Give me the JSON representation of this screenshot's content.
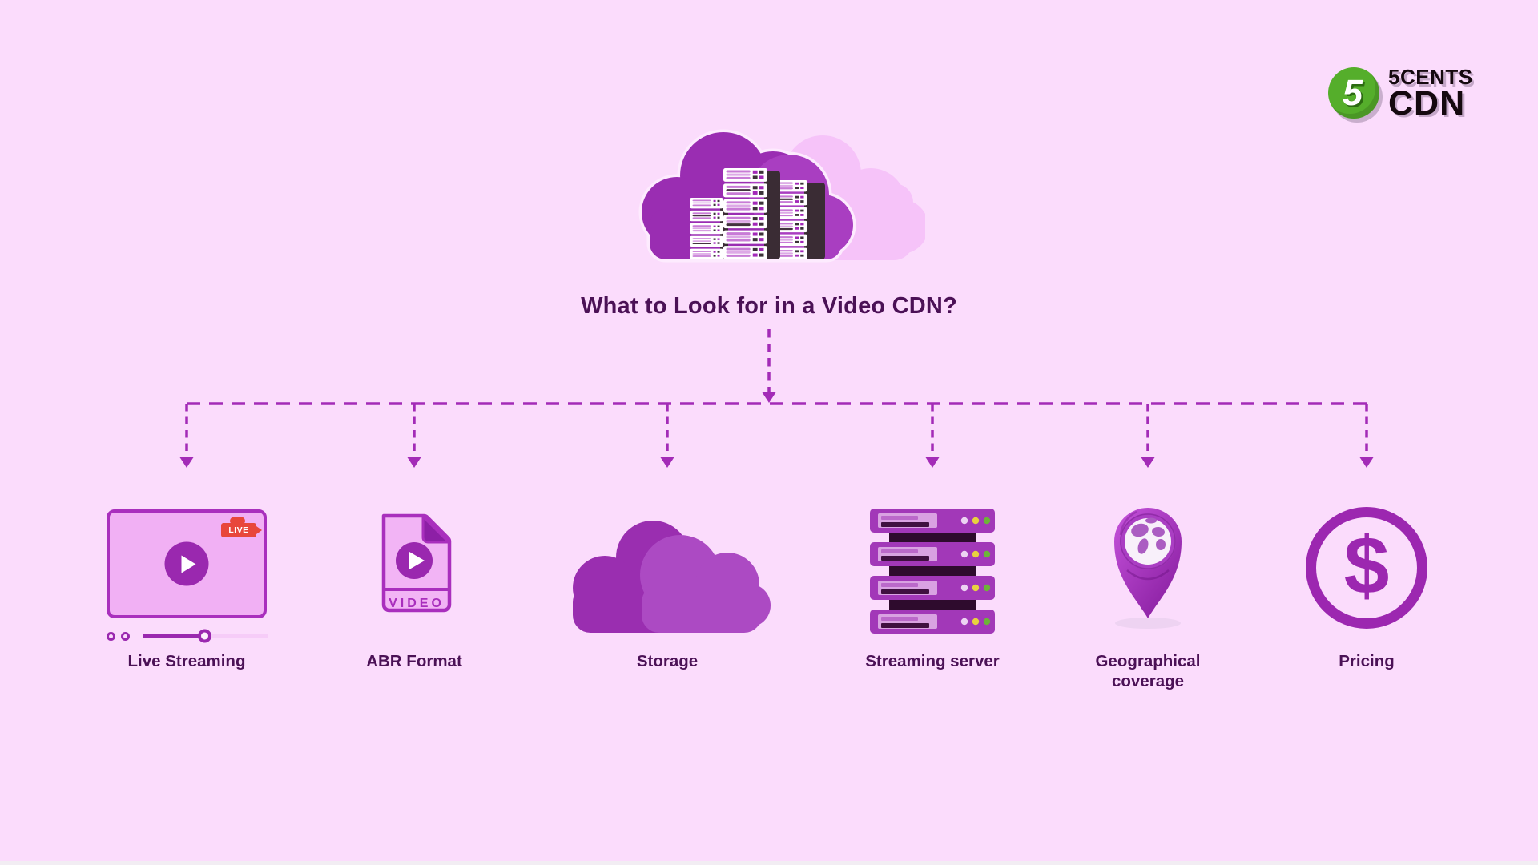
{
  "page": {
    "title": "What to Look for in a Video CDN?"
  },
  "logo": {
    "digit": "5",
    "line1": "5CENTS",
    "line2": "CDN"
  },
  "items": [
    {
      "id": "live-streaming",
      "label": "Live Streaming",
      "badge": "LIVE"
    },
    {
      "id": "abr-format",
      "label": "ABR Format",
      "file_label": "VIDEO"
    },
    {
      "id": "storage",
      "label": "Storage"
    },
    {
      "id": "streaming-server",
      "label": "Streaming server"
    },
    {
      "id": "geographical-coverage",
      "label": "Geographical coverage"
    },
    {
      "id": "pricing",
      "label": "Pricing",
      "symbol": "$"
    }
  ],
  "colors": {
    "background": "#fbdcfc",
    "accent_purple": "#9c27b0",
    "dark_text": "#4b1156",
    "connector_purple": "#a32bb7",
    "live_red": "#e8473b",
    "logo_green": "#55ae2b",
    "server_dark": "#2e0b2d",
    "led_yellow": "#e8d23f",
    "led_green": "#6db438"
  }
}
